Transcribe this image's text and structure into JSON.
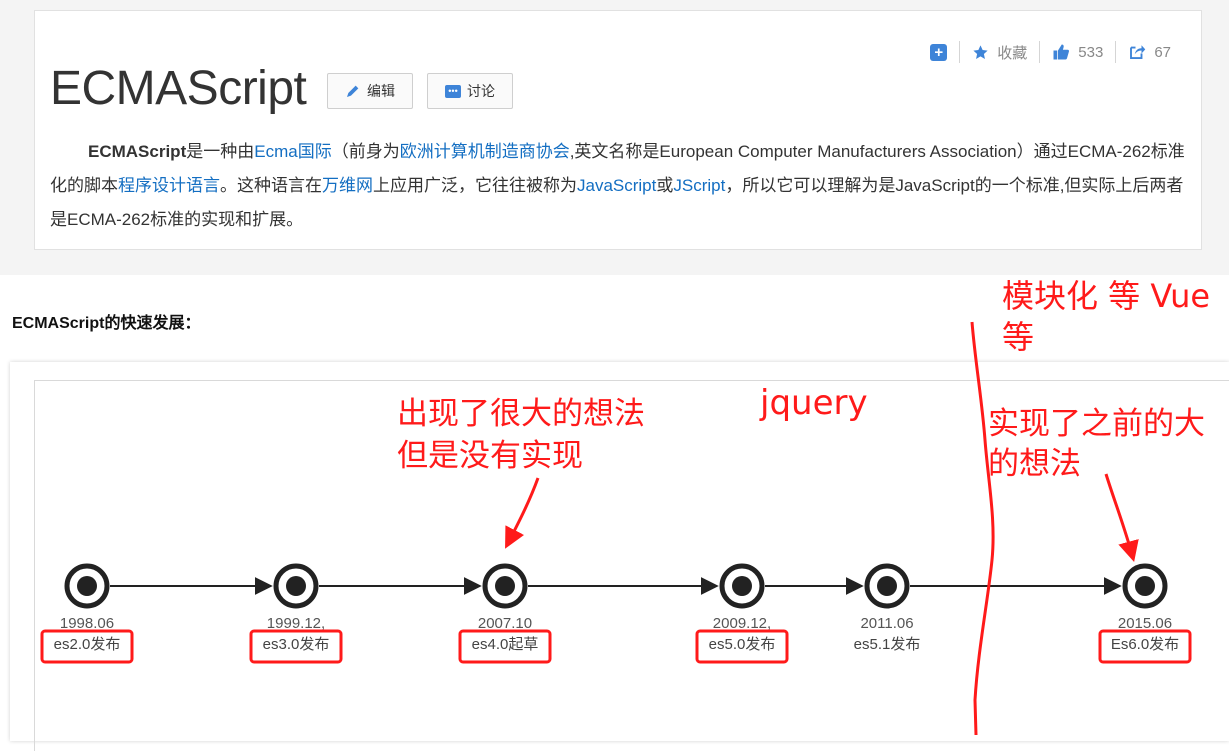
{
  "entry": {
    "title": "ECMAScript",
    "edit_label": "编辑",
    "discuss_label": "讨论",
    "toolbar": {
      "favorite_label": "收藏",
      "like_count": "533",
      "share_count": "67"
    },
    "summary": {
      "lead": "ECMAScript",
      "t1": "是一种由",
      "link1": "Ecma国际",
      "t2": "（前身为",
      "link2": "欧洲计算机制造商协会",
      "t3": ",英文名称是European Computer Manufacturers Association）通过ECMA-262标准化的脚本",
      "link3": "程序设计语言",
      "t4": "。这种语言在",
      "link4": "万维网",
      "t5": "上应用广泛，它往往被称为",
      "link5": "JavaScript",
      "t6": "或",
      "link6": "JScript",
      "t7": "，所以它可以理解为是JavaScript的一个标准,但实际上后两者是ECMA-262标准的实现和扩展。"
    }
  },
  "section_heading": "ECMAScript的快速发展：",
  "timeline": {
    "nodes": [
      {
        "date": "1998.06",
        "label": "es2.0发布",
        "boxed": true
      },
      {
        "date": "1999.12,",
        "label": "es3.0发布",
        "boxed": true
      },
      {
        "date": "2007.10",
        "label": "es4.0起草",
        "boxed": true
      },
      {
        "date": "2009.12,",
        "label": "es5.0发布",
        "boxed": true
      },
      {
        "date": "2011.06",
        "label": "es5.1发布",
        "boxed": false
      },
      {
        "date": "2015.06",
        "label": "Es6.0发布",
        "boxed": true
      }
    ],
    "annotations": {
      "big_idea_line1": "出现了很大的想法",
      "big_idea_line2": "但是没有实现",
      "jquery": "jquery",
      "realized_line1": "实现了之前的大",
      "realized_line2": "的想法",
      "modular_line1": "模块化 等 Vue",
      "modular_line2": "等"
    }
  },
  "colors": {
    "link": "#136ec2",
    "accent": "#3e84d8",
    "annotation": "#ff1a1a",
    "node": "#222222"
  }
}
